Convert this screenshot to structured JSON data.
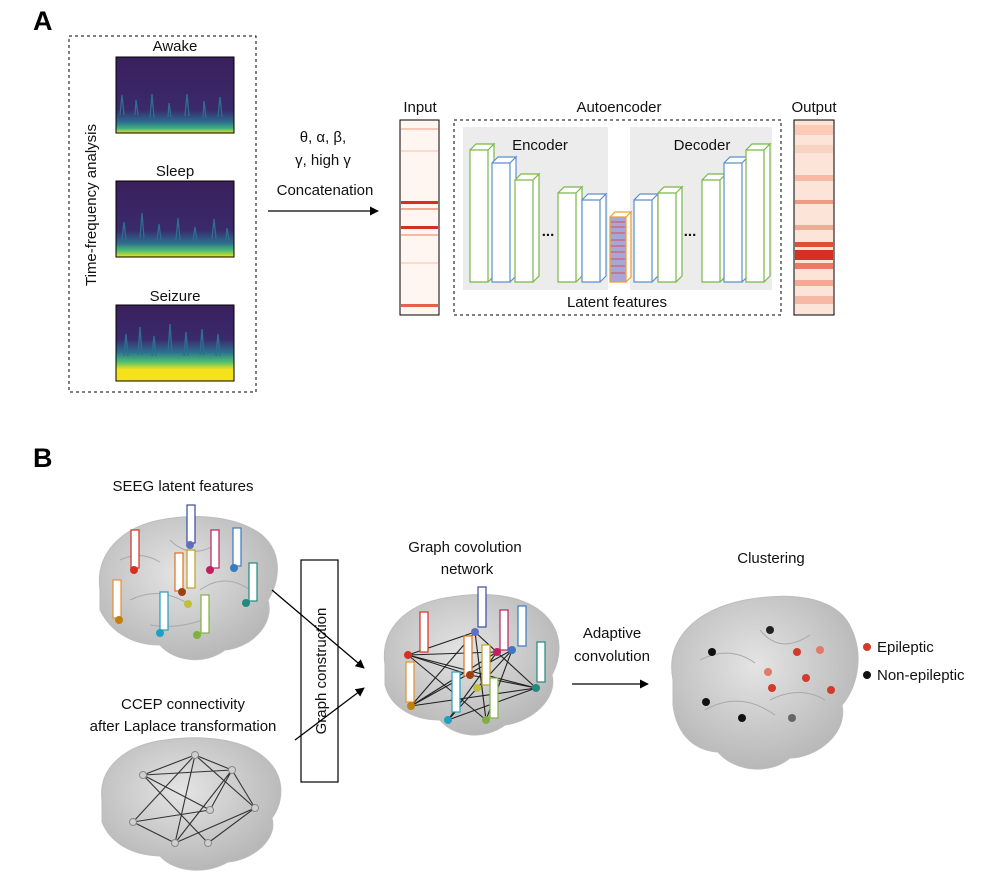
{
  "panel_a": {
    "letter": "A",
    "side_label": "Time-frequency analysis",
    "spectrograms": [
      {
        "label": "Awake"
      },
      {
        "label": "Sleep"
      },
      {
        "label": "Seizure"
      }
    ],
    "bands": "θ, α, β,",
    "bands_2": "γ, high γ",
    "arrow_label": "Concatenation",
    "input_label": "Input",
    "autoencoder_label": "Autoencoder",
    "output_label": "Output",
    "encoder_label": "Encoder",
    "decoder_label": "Decoder",
    "ellipsis": "...",
    "latent_label": "Latent features"
  },
  "panel_b": {
    "letter": "B",
    "seeg_label": "SEEG latent features",
    "ccep_label_1": "CCEP connectivity",
    "ccep_label_2": "after Laplace transformation",
    "graph_construction": "Graph construction",
    "gcn_label_1": "Graph covolution",
    "gcn_label_2": "network",
    "adaptive_1": "Adaptive",
    "adaptive_2": "convolution",
    "clustering_label": "Clustering",
    "legend": [
      {
        "label": "Epileptic",
        "color": "#d23a2a"
      },
      {
        "label": "Non-epileptic",
        "color": "#111111"
      }
    ]
  },
  "colors": {
    "encoder_green": "#7ab648",
    "encoder_blue": "#5b8fd0",
    "latent_orange": "#f0a030",
    "heat_red": "#d73020",
    "brain_gray": "#c8c8c8"
  }
}
